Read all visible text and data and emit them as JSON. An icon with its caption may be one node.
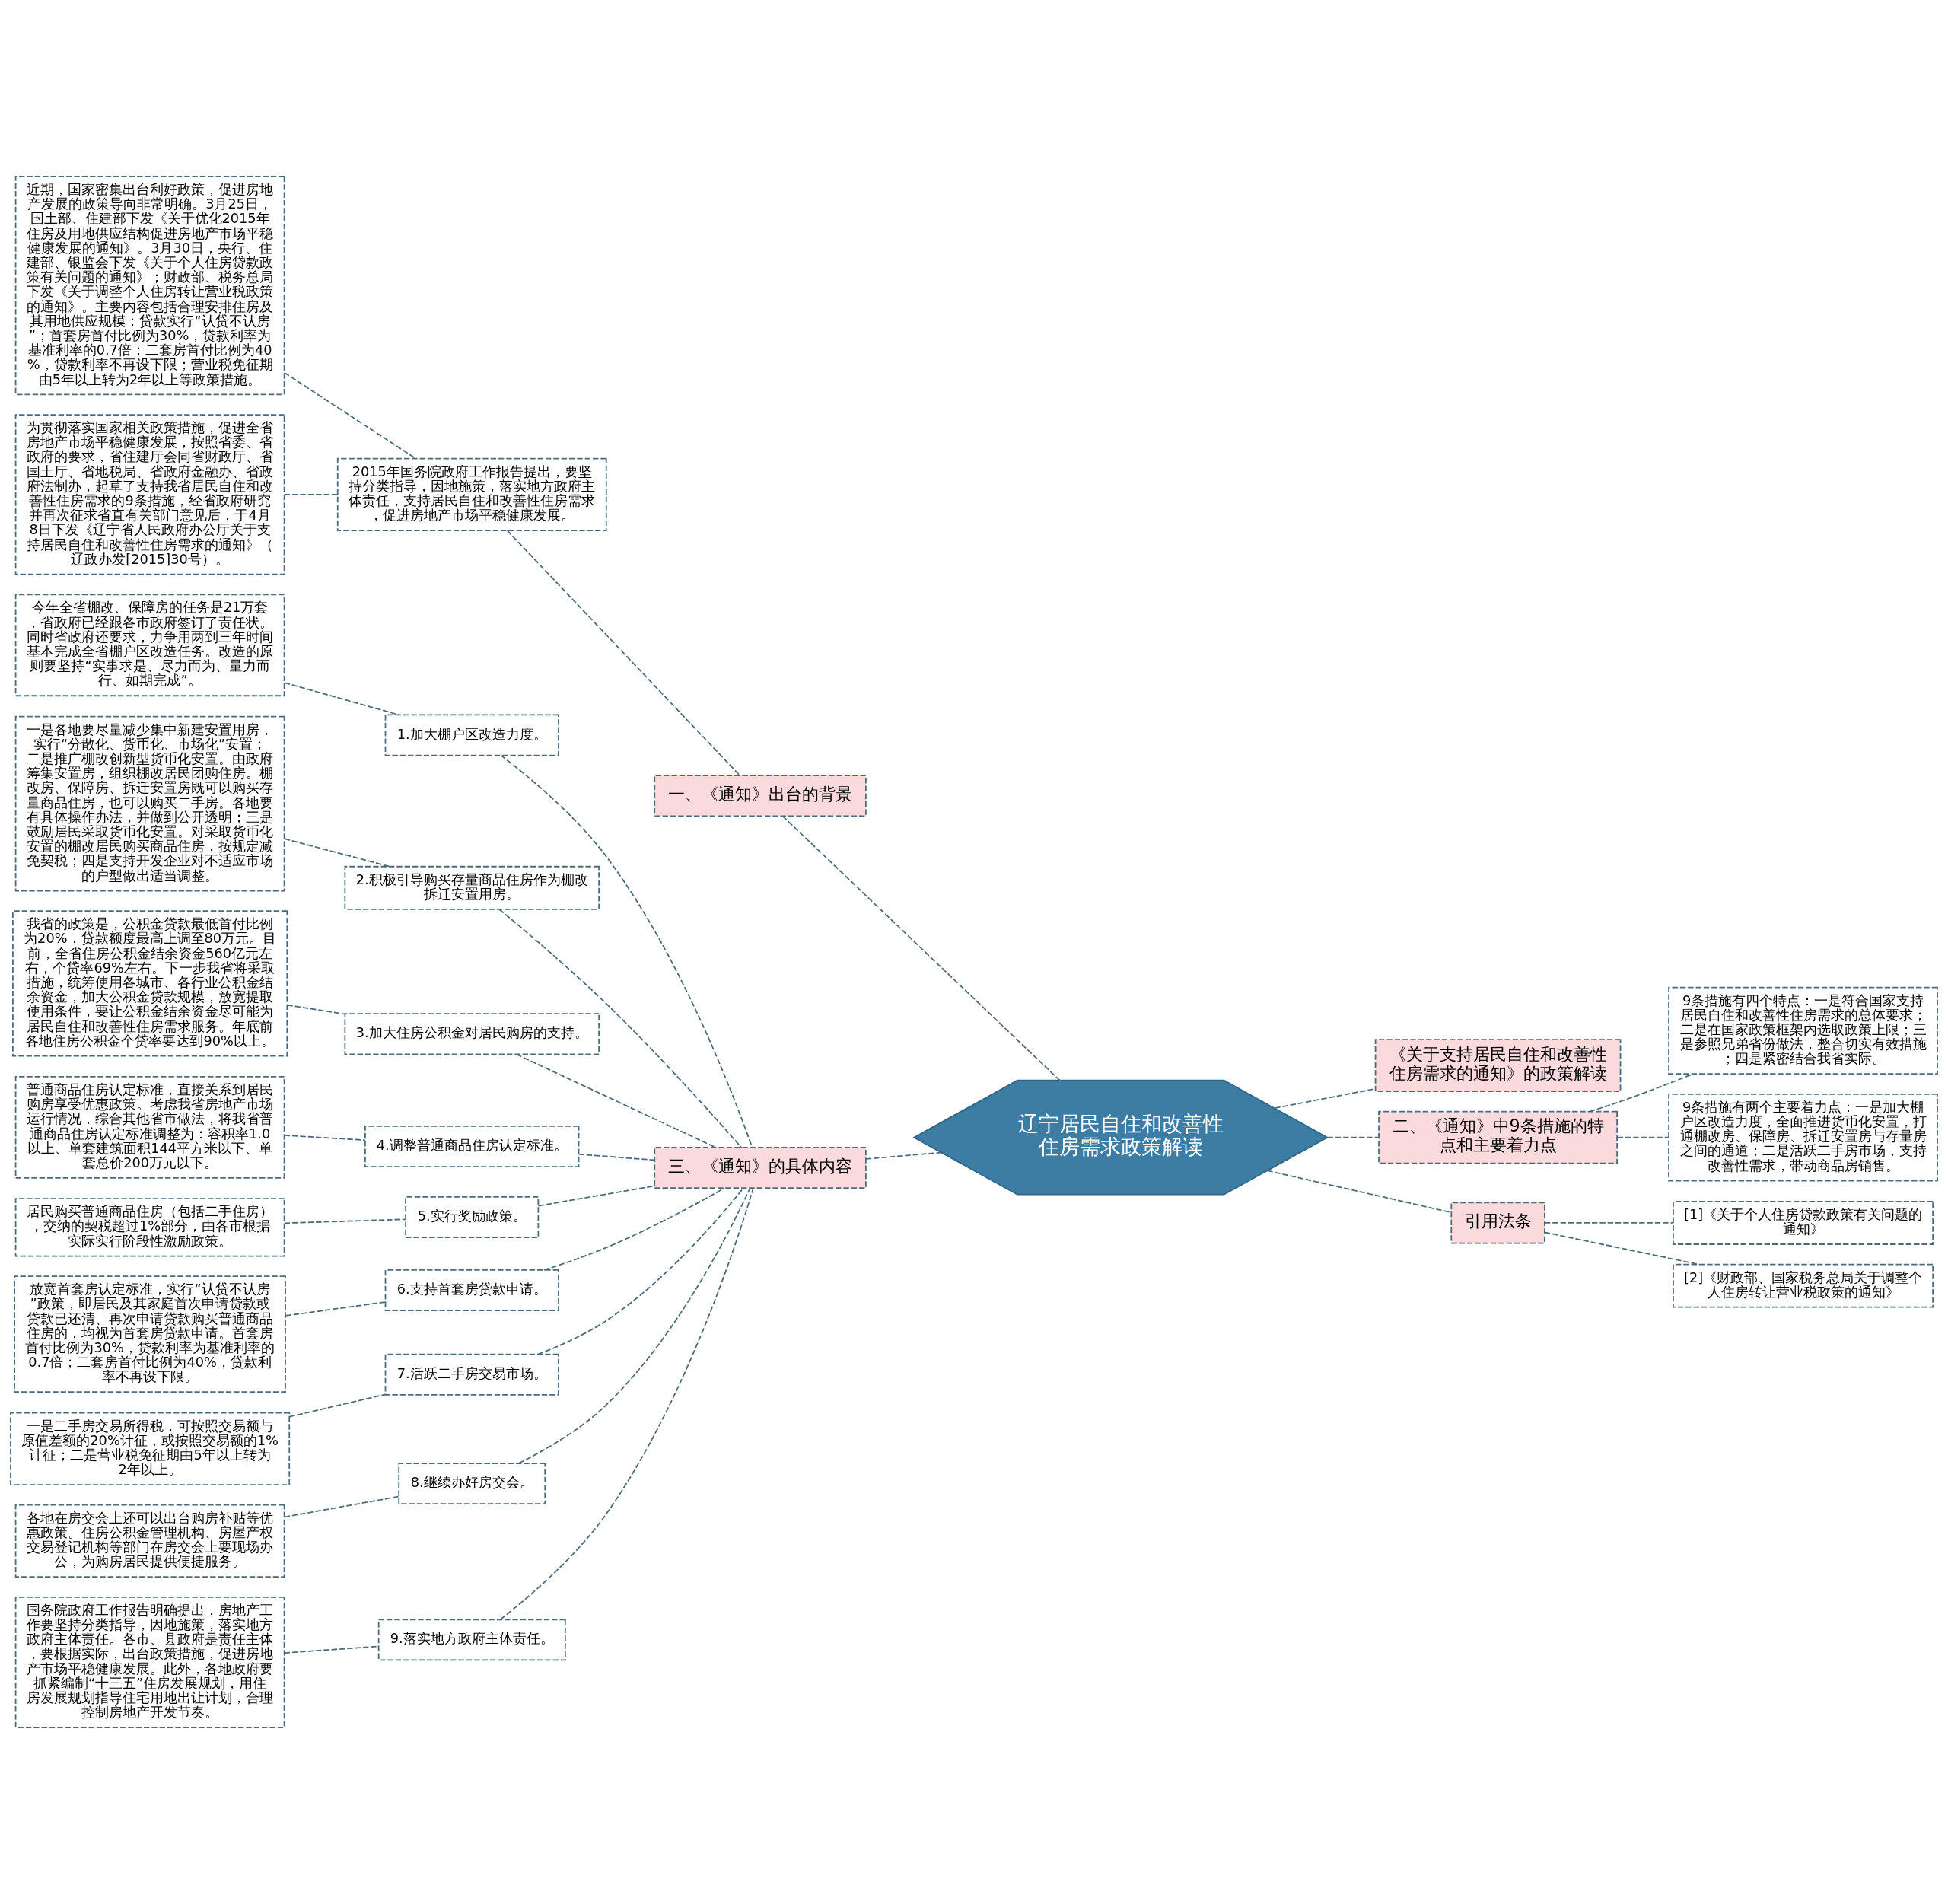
{
  "diagram": {
    "nodes": [
      {
        "text": [
          "辽宁居民自住和改善性住房需求政策解读"
        ]
      },
      {
        "text": [
          "一、《通知》出台的背景"
        ]
      },
      {
        "text": [
          "2015年国务院政府工作报告提出，要坚持分类指导，因地施策，落实地方政府主体责任，支持居民自住和改善性住房需求，促进房地产市场平稳健康发展。"
        ]
      },
      {
        "text": [
          "近期，国家密集出台利好政策，促进房地产发展的政策导向非常明确。3月25日，国土部、住建部下发《关于优化2015年住房及用地供应结构促进房地产市场平稳健康发展的通知》。3月30日，央行、住建部、银监会下发《关于个人住房贷款政策有关问题的通知》；财政部、税务总局下发《关于调整个人住房转让营业税政策的通知》。主要内容包括合理安排住房及其用地供应规模；贷款实行“认贷不认房”；首套房首付比例为30%，贷款利率为基准利率的0.7倍；二套房首付比例为40%，贷款利率不再设下限；营业税免征期由5年以上转为2年以上等政策措施。"
        ]
      },
      {
        "text": [
          "为贯彻落实国家相关政策措施，促进全省房地产市场平稳健康发展，按照省委、省政府的要求，省住建厅会同省财政厅、省国土厅、省地税局、省政府金融办、省政府法制办，起草了支持我省居民自住和改善性住房需求的9条措施，经省政府研究并再次征求省直有关部门意见后，于4月8日下发《辽宁省人民政府办公厅关于支持居民自住和改善性住房需求的通知》（辽政办发[2015]30号）。"
        ]
      },
      {
        "text": [
          "三、《通知》的具体内容"
        ]
      },
      {
        "text": [
          "1.加大棚户区改造力度。"
        ]
      },
      {
        "text": [
          "今年全省棚改、保障房的任务是21万套，省政府已经跟各市政府签订了责任状。同时省政府还要求，力争用两到三年时间基本完成全省棚户区改造任务。改造的原则要坚持“实事求是、尽力而为、量力而行、如期完成”。"
        ]
      },
      {
        "text": [
          "2.积极引导购买存量商品住房作为棚改拆迁安置用房。"
        ]
      },
      {
        "text": [
          "一是各地要尽量减少集中新建安置用房，实行“分散化、货币化、市场化”安置；二是推广棚改创新型货币化安置。由政府筹集安置房，组织棚改居民团购住房。棚改房、保障房、拆迁安置房既可以购买存量商品住房，也可以购买二手房。各地要有具体操作办法，并做到公开透明；三是鼓励居民采取货币化安置。对采取货币化安置的棚改居民购买商品住房，按规定减免契税；四是支持开发企业对不适应市场的户型做出适当调整。"
        ]
      },
      {
        "text": [
          "3.加大住房公积金对居民购房的支持。"
        ]
      },
      {
        "text": [
          "我省的政策是，公积金贷款最低首付比例为20%，贷款额度最高上调至80万元。目前，全省住房公积金结余资金560亿元左右，个贷率69%左右。下一步我省将采取措施，统筹使用各城市、各行业公积金结余资金，加大公积金贷款规模，放宽提取使用条件，要让公积金结余资金尽可能为居民自住和改善性住房需求服务。年底前各地住房公积金个贷率要达到90%以上。"
        ]
      },
      {
        "text": [
          "4.调整普通商品住房认定标准。"
        ]
      },
      {
        "text": [
          "普通商品住房认定标准，直接关系到居民购房享受优惠政策。考虑我省房地产市场运行情况，综合其他省市做法，将我省普通商品住房认定标准调整为：容积率1.0以上、单套建筑面积144平方米以下、单套总价200万元以下。"
        ]
      },
      {
        "text": [
          "5.实行奖励政策。"
        ]
      },
      {
        "text": [
          "居民购买普通商品住房（包括二手住房），交纳的契税超过1%部分，由各市根据实际实行阶段性激励政策。"
        ]
      },
      {
        "text": [
          "6.支持首套房贷款申请。"
        ]
      },
      {
        "text": [
          "放宽首套房认定标准，实行“认贷不认房”政策，即居民及其家庭首次申请贷款或贷款已还清、再次申请贷款购买普通商品住房的，均视为首套房贷款申请。首套房首付比例为30%，贷款利率为基准利率的0.7倍；二套房首付比例为40%，贷款利率不再设下限。"
        ]
      },
      {
        "text": [
          "7.活跃二手房交易市场。"
        ]
      },
      {
        "text": [
          "一是二手房交易所得税，可按照交易额与原值差额的20%计征，或按照交易额的1%计征；二是营业税免征期由5年以上转为2年以上。"
        ]
      },
      {
        "text": [
          "8.继续办好房交会。"
        ]
      },
      {
        "text": [
          "各地在房交会上还可以出台购房补贴等优惠政策。住房公积金管理机构、房屋产权交易登记机构等部门在房交会上要现场办公，为购房居民提供便捷服务。"
        ]
      },
      {
        "text": [
          "9.落实地方政府主体责任。"
        ]
      },
      {
        "text": [
          "国务院政府工作报告明确提出，房地产工作要坚持分类指导，因地施策，落实地方政府主体责任。各市、县政府是责任主体，要根据实际，出台政策措施，促进房地产市场平稳健康发展。此外，各地政府要抓紧编制“十三五”住房发展规划，用住房发展规划指导住宅用地出让计划，合理控制房地产开发节奏。"
        ]
      },
      {
        "text": [
          "《关于支持居民自住和改善性住房需求的通知》的政策解读"
        ]
      },
      {
        "text": [
          "二、《通知》中9条措施的特点和主要着力点"
        ]
      },
      {
        "text": [
          "9条措施有四个特点：一是符合国家支持居民自住和改善性住房需求的总体要求；二是在国家政策框架内选取政策上限；三是参照兄弟省份做法，整合切实有效措施；四是紧密结合我省实际。"
        ]
      },
      {
        "text": [
          "9条措施有两个主要着力点：一是加大棚户区改造力度，全面推进货币化安置，打通棚改房、保障房、拆迁安置房与存量房之间的通道；二是活跃二手房市场，支持改善性需求，带动商品房销售。"
        ]
      },
      {
        "text": [
          "引用法条"
        ]
      },
      {
        "text": [
          "[1]《关于个人住房贷款政策有关问题的通知》"
        ]
      },
      {
        "text": [
          "[2]《财政部、国家税务总局关于调整个人住房转让营业税政策的通知》"
        ]
      }
    ],
    "edges": [
      {
        "from": 0,
        "to": 1,
        "arrow": "none",
        "style": "dashed"
      },
      {
        "from": 1,
        "to": 2,
        "arrow": "none",
        "style": "dashed"
      },
      {
        "from": 2,
        "to": 3,
        "arrow": "none",
        "style": "dashed"
      },
      {
        "from": 2,
        "to": 4,
        "arrow": "none",
        "style": "dashed"
      },
      {
        "from": 0,
        "to": 5,
        "arrow": "none",
        "style": "dashed"
      },
      {
        "from": 5,
        "to": 6,
        "arrow": "none",
        "style": "dashed"
      },
      {
        "from": 6,
        "to": 7,
        "arrow": "none",
        "style": "dashed"
      },
      {
        "from": 5,
        "to": 8,
        "arrow": "none",
        "style": "dashed"
      },
      {
        "from": 8,
        "to": 9,
        "arrow": "none",
        "style": "dashed"
      },
      {
        "from": 5,
        "to": 10,
        "arrow": "none",
        "style": "dashed"
      },
      {
        "from": 10,
        "to": 11,
        "arrow": "none",
        "style": "dashed"
      },
      {
        "from": 5,
        "to": 12,
        "arrow": "none",
        "style": "dashed"
      },
      {
        "from": 12,
        "to": 13,
        "arrow": "none",
        "style": "dashed"
      },
      {
        "from": 5,
        "to": 14,
        "arrow": "none",
        "style": "dashed"
      },
      {
        "from": 14,
        "to": 15,
        "arrow": "none",
        "style": "dashed"
      },
      {
        "from": 5,
        "to": 16,
        "arrow": "none",
        "style": "dashed"
      },
      {
        "from": 16,
        "to": 17,
        "arrow": "none",
        "style": "dashed"
      },
      {
        "from": 5,
        "to": 18,
        "arrow": "none",
        "style": "dashed"
      },
      {
        "from": 18,
        "to": 19,
        "arrow": "none",
        "style": "dashed"
      },
      {
        "from": 5,
        "to": 20,
        "arrow": "none",
        "style": "dashed"
      },
      {
        "from": 20,
        "to": 21,
        "arrow": "none",
        "style": "dashed"
      },
      {
        "from": 5,
        "to": 22,
        "arrow": "none",
        "style": "dashed"
      },
      {
        "from": 22,
        "to": 23,
        "arrow": "none",
        "style": "dashed"
      },
      {
        "from": 0,
        "to": 24,
        "arrow": "none",
        "style": "dashed"
      },
      {
        "from": 0,
        "to": 25,
        "arrow": "none",
        "style": "dashed"
      },
      {
        "from": 25,
        "to": 26,
        "arrow": "none",
        "style": "dashed"
      },
      {
        "from": 25,
        "to": 27,
        "arrow": "none",
        "style": "dashed"
      },
      {
        "from": 0,
        "to": 28,
        "arrow": "none",
        "style": "dashed"
      },
      {
        "from": 28,
        "to": 29,
        "arrow": "none",
        "style": "dashed"
      },
      {
        "from": 28,
        "to": 30,
        "arrow": "none",
        "style": "dashed"
      }
    ]
  }
}
